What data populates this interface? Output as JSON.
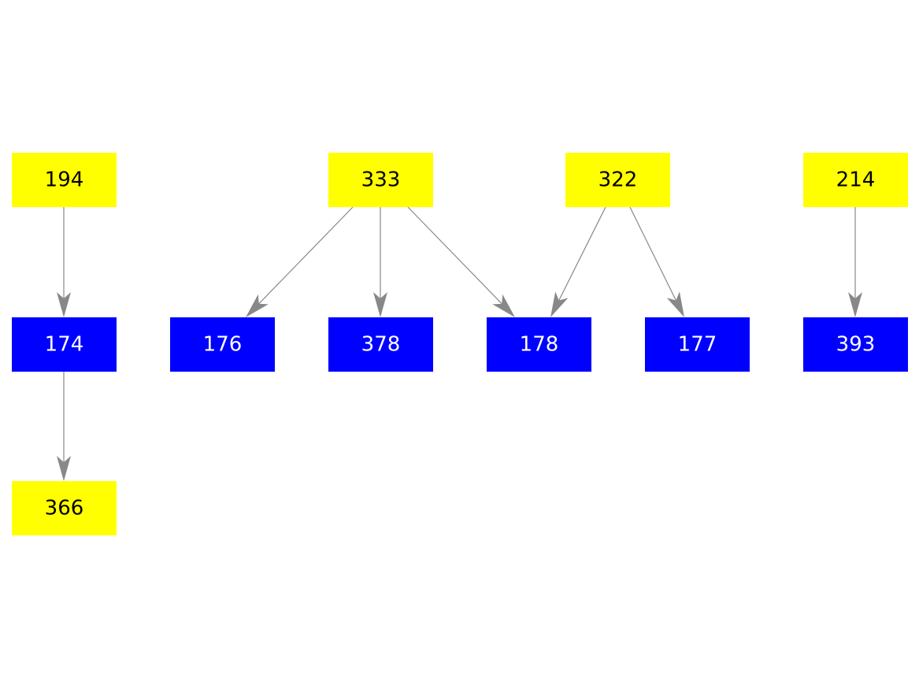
{
  "colors": {
    "yellow": "#ffff00",
    "blue": "#0000ff",
    "edge": "#888888",
    "text_on_yellow": "#000000",
    "text_on_blue": "#ffffff"
  },
  "nodes": [
    {
      "id": "194",
      "label": "194",
      "color": "yellow"
    },
    {
      "id": "333",
      "label": "333",
      "color": "yellow"
    },
    {
      "id": "322",
      "label": "322",
      "color": "yellow"
    },
    {
      "id": "214",
      "label": "214",
      "color": "yellow"
    },
    {
      "id": "174",
      "label": "174",
      "color": "blue"
    },
    {
      "id": "176",
      "label": "176",
      "color": "blue"
    },
    {
      "id": "378",
      "label": "378",
      "color": "blue"
    },
    {
      "id": "178",
      "label": "178",
      "color": "blue"
    },
    {
      "id": "177",
      "label": "177",
      "color": "blue"
    },
    {
      "id": "393",
      "label": "393",
      "color": "blue"
    },
    {
      "id": "366",
      "label": "366",
      "color": "yellow"
    }
  ],
  "edges": [
    {
      "from": "194",
      "to": "174"
    },
    {
      "from": "174",
      "to": "366"
    },
    {
      "from": "333",
      "to": "176"
    },
    {
      "from": "333",
      "to": "378"
    },
    {
      "from": "333",
      "to": "178"
    },
    {
      "from": "322",
      "to": "178"
    },
    {
      "from": "322",
      "to": "177"
    },
    {
      "from": "214",
      "to": "393"
    }
  ]
}
